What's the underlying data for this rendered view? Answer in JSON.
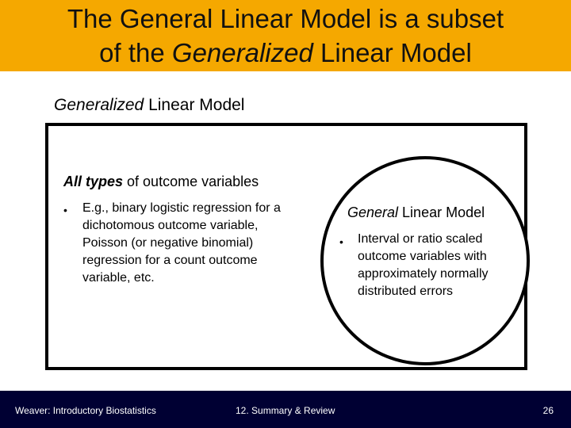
{
  "title": {
    "line1": "The General Linear Model is a subset",
    "line2_prefix": "of the ",
    "line2_emphasis": "Generalized",
    "line2_suffix": " Linear Model"
  },
  "outer": {
    "label_emphasis": "Generalized",
    "label_rest": " Linear Model",
    "subtitle_emphasis": "All types",
    "subtitle_rest": " of outcome variables",
    "bullet_mark": "•",
    "bullet_text": "E.g., binary logistic regression for a dichotomous outcome variable, Poisson (or negative binomial) regression for a count outcome variable, etc."
  },
  "inner": {
    "label_emphasis": "General",
    "label_rest": " Linear Model",
    "bullet_mark": "•",
    "bullet_text": "Interval or ratio scaled outcome variables with approximately normally distributed errors"
  },
  "footer": {
    "left": "Weaver:  Introductory Biostatistics",
    "middle": "12. Summary & Review",
    "page_number": "26"
  },
  "colors": {
    "title_band": "#F5A800",
    "footer_band": "#000033"
  }
}
